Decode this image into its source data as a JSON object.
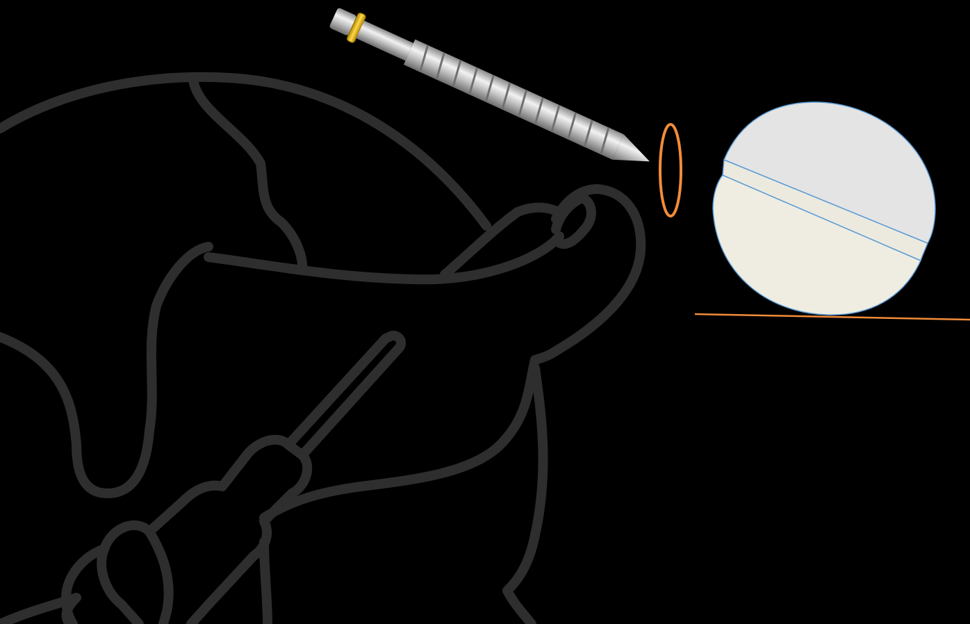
{
  "diagram": {
    "background_color": "#000000",
    "outline_color": "#2e2e2e",
    "accent_color": "#f28c3a",
    "head_colors": {
      "upper": "#e4e4e4",
      "lower": "#efede2",
      "outline": "#5b9bd5"
    },
    "screw_colors": {
      "shaft": "#bcbcbc",
      "ring": "#e3b51e"
    },
    "elements": [
      "pelvis-outline",
      "instrument-handle",
      "screw",
      "orange-ring",
      "femoral-head",
      "baseline"
    ]
  }
}
